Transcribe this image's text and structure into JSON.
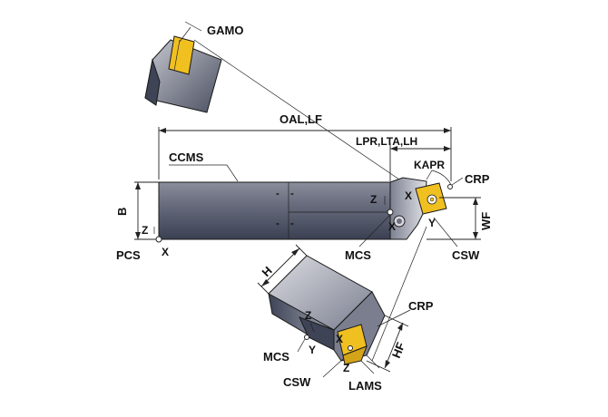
{
  "labels": {
    "gamo": "GAMO",
    "oal_lf": "OAL,LF",
    "lpr_lta_lh": "LPR,LTA,LH",
    "kapr": "KAPR",
    "ccms": "CCMS",
    "crp_top": "CRP",
    "crp_bottom": "CRP",
    "b": "B",
    "wf": "WF",
    "h": "H",
    "hf": "HF",
    "pcs": "PCS",
    "mcs_top": "MCS",
    "mcs_bottom": "MCS",
    "csw_top": "CSW",
    "csw_bottom": "CSW",
    "lams": "LAMS"
  },
  "axes": {
    "pcs_z": "Z",
    "pcs_x": "X",
    "mcs_z": "Z",
    "mcs_x": "X",
    "crp_x": "X",
    "crp_y": "Y",
    "bottom_z_upper": "Z",
    "bottom_x": "X",
    "bottom_y": "Y",
    "bottom_z_lower": "Z"
  },
  "section_marks": {
    "mark1": "\"",
    "mark2": "\"",
    "mark3": "\"",
    "mark4": "\""
  },
  "colors": {
    "insert": "#f0c020",
    "body_dark": "#3e4456",
    "body_mid": "#7a7e8e",
    "body_light": "#c8cad2"
  }
}
